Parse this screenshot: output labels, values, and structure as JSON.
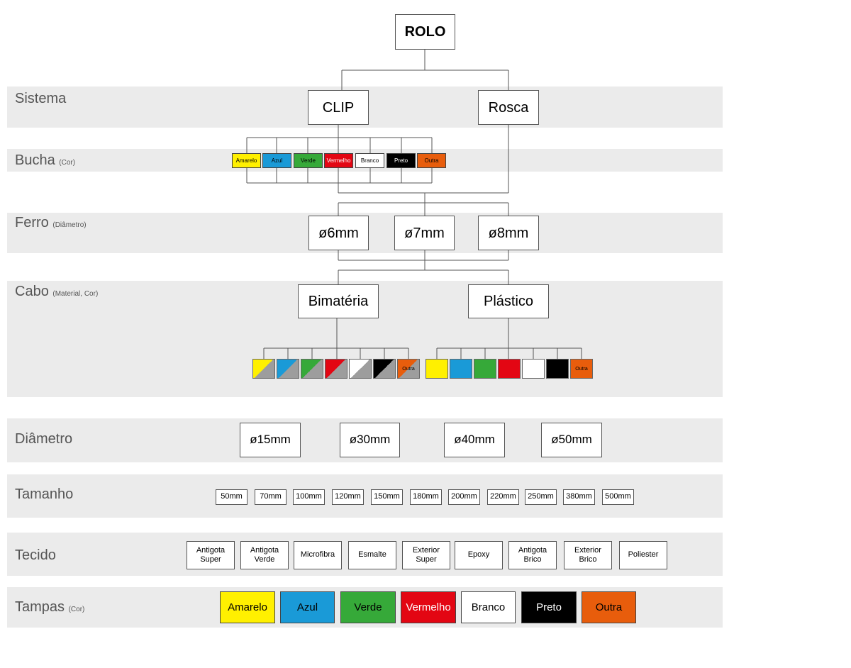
{
  "root": {
    "label": "ROLO"
  },
  "rows": {
    "sistema": {
      "label": "Sistema",
      "sub": ""
    },
    "bucha": {
      "label": "Bucha",
      "sub": "(Cor)"
    },
    "ferro": {
      "label": "Ferro",
      "sub": "(Diâmetro)"
    },
    "cabo": {
      "label": "Cabo",
      "sub": "(Material, Cor)"
    },
    "diametro": {
      "label": "Diâmetro",
      "sub": ""
    },
    "tamanho": {
      "label": "Tamanho",
      "sub": ""
    },
    "tecido": {
      "label": "Tecido",
      "sub": ""
    },
    "tampas": {
      "label": "Tampas",
      "sub": "(Cor)"
    }
  },
  "sistema": [
    "CLIP",
    "Rosca"
  ],
  "colors": [
    {
      "label": "Amarelo",
      "hex": "#fff000",
      "text": "#000000"
    },
    {
      "label": "Azul",
      "hex": "#1a9ad7",
      "text": "#000000"
    },
    {
      "label": "Verde",
      "hex": "#36a939",
      "text": "#000000"
    },
    {
      "label": "Vermelho",
      "hex": "#e30613",
      "text": "#ffffff"
    },
    {
      "label": "Branco",
      "hex": "#ffffff",
      "text": "#000000"
    },
    {
      "label": "Preto",
      "hex": "#000000",
      "text": "#ffffff"
    },
    {
      "label": "Outra",
      "hex": "#e85d0c",
      "text": "#000000"
    }
  ],
  "ferro": [
    "ø6mm",
    "ø7mm",
    "ø8mm"
  ],
  "cabo": [
    "Bimatéria",
    "Plástico"
  ],
  "cabo_outra_label": "Outra",
  "bimateria_gray": "#9d9d9d",
  "diametro": [
    "ø15mm",
    "ø30mm",
    "ø40mm",
    "ø50mm"
  ],
  "tamanho": [
    "50mm",
    "70mm",
    "100mm",
    "120mm",
    "150mm",
    "180mm",
    "200mm",
    "220mm",
    "250mm",
    "380mm",
    "500mm"
  ],
  "tecido": [
    "Antigota\nSuper",
    "Antigota\nVerde",
    "Microfibra",
    "Esmalte",
    "Exterior\nSuper",
    "Epoxy",
    "Antigota\nBrico",
    "Exterior\nBrico",
    "Poliester"
  ]
}
